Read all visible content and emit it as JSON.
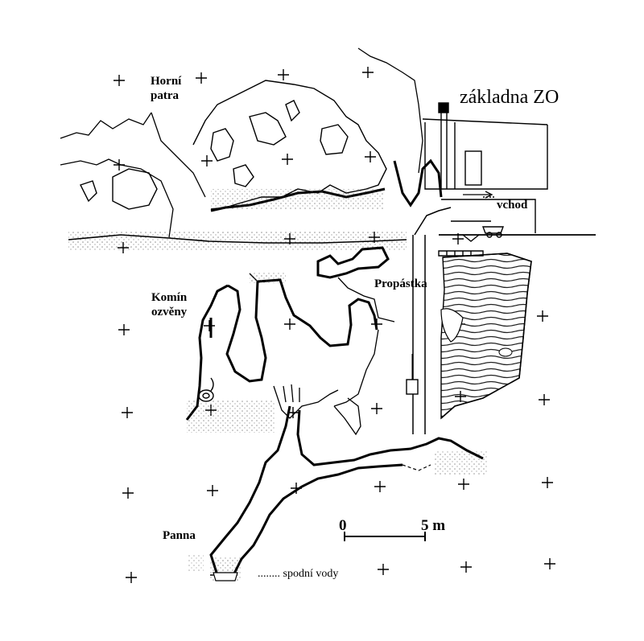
{
  "labels": {
    "upper_floors_line1": "Horní",
    "upper_floors_line2": "patra",
    "base_station": "základna ZO",
    "entrance": "vchod",
    "chimney_line1": "Komín",
    "chimney_line2": "ozvěny",
    "abyss": "Propástka",
    "panna": "Panna",
    "lower_waters": "........ spodní vody"
  },
  "scale_bar": {
    "start_label": "0",
    "end_label": "5 m",
    "length_value": 5,
    "unit": "m"
  },
  "style": {
    "ink": "#000000",
    "paper": "#ffffff",
    "stipple": "#555555"
  }
}
